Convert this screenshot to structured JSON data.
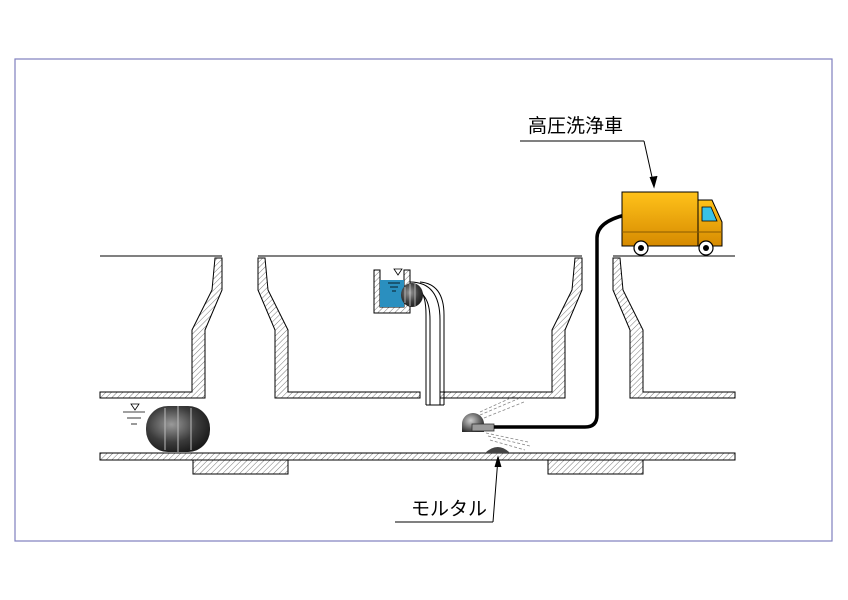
{
  "labels": {
    "truck": "高圧洗浄車",
    "mortar": "モルタル"
  },
  "colors": {
    "frame": "#7f7fbf",
    "truck_body": "#f0a800",
    "truck_cab_window": "#39c2e6",
    "water": "#2a8fbf",
    "hatch": "#555555",
    "hose": "#000000",
    "plug": "#3c3c3c"
  },
  "icons": [
    "sewer-plug-ball",
    "water-level-symbol",
    "high-pressure-nozzle",
    "pipe-bend",
    "water-tank",
    "truck"
  ]
}
